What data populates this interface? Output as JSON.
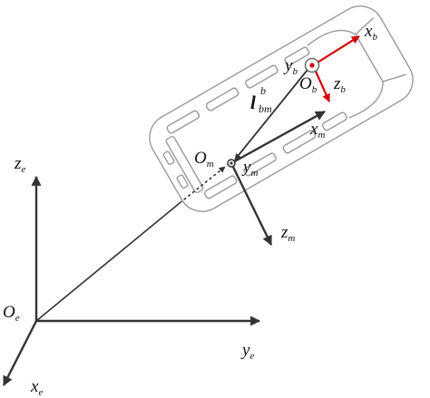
{
  "colors": {
    "axis": "#333333",
    "body_frame": "#d40000",
    "car_outline": "#9a9a9a"
  },
  "earth_frame": {
    "origin": {
      "main": "O",
      "sub": "e"
    },
    "z_axis": {
      "main": "z",
      "sub": "e"
    },
    "y_axis": {
      "main": "y",
      "sub": "e"
    },
    "x_axis": {
      "main": "x",
      "sub": "e"
    }
  },
  "mount_frame": {
    "origin": {
      "main": "O",
      "sub": "m"
    },
    "x_axis": {
      "main": "x",
      "sub": "m"
    },
    "y_axis": {
      "main": "y",
      "sub": "m"
    },
    "z_axis": {
      "main": "z",
      "sub": "m"
    }
  },
  "body_frame": {
    "origin": {
      "main": "O",
      "sub": "b"
    },
    "x_axis": {
      "main": "x",
      "sub": "b"
    },
    "y_axis": {
      "main": "y",
      "sub": "b"
    },
    "z_axis": {
      "main": "z",
      "sub": "b"
    }
  },
  "lever_arm": {
    "main": "l",
    "sup": "b",
    "sub": "bm"
  }
}
